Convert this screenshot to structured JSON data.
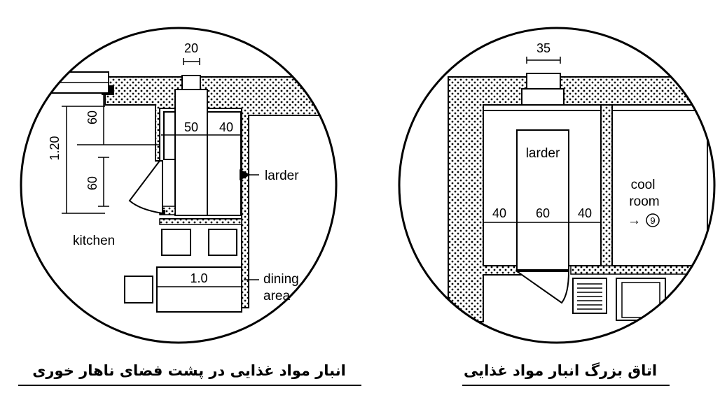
{
  "left_plan": {
    "dimensions": {
      "opening": "20",
      "upper_depth": "60",
      "total_depth": "1.20",
      "lower_depth": "60",
      "shelf_left": "50",
      "shelf_right": "40",
      "table_width": "1.0"
    },
    "labels": {
      "larder": "larder",
      "kitchen": "kitchen",
      "dining_1": "dining",
      "dining_2": "area"
    },
    "caption": "انبار مواد غذایی در پشت فضای ناهار خوری"
  },
  "right_plan": {
    "dimensions": {
      "opening": "35",
      "shelf_left": "40",
      "aisle": "60",
      "shelf_right": "40"
    },
    "labels": {
      "larder": "larder",
      "cool_1": "cool",
      "cool_2": "room",
      "ref_arrow": "→",
      "ref_number": "9"
    },
    "caption": "اتاق بزرگ انبار مواد غذایی"
  }
}
